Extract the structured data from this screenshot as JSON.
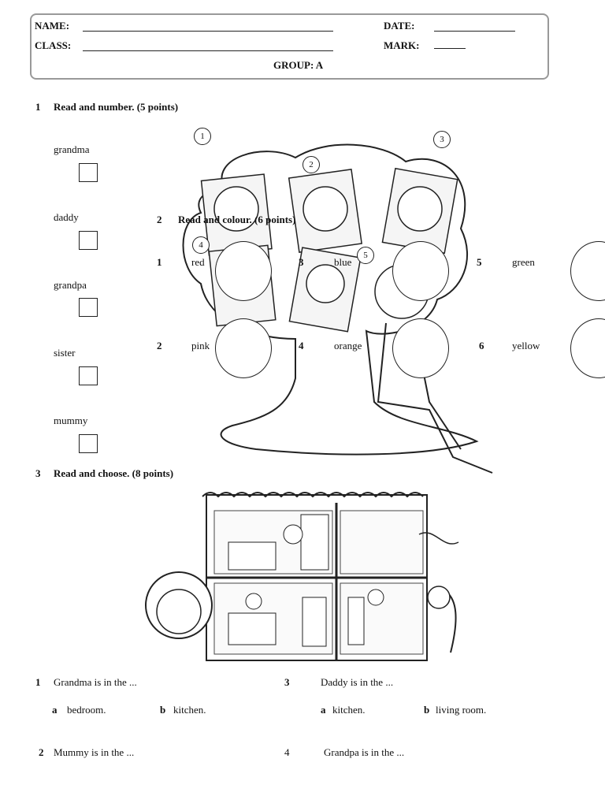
{
  "header": {
    "name_label": "NAME:",
    "class_label": "CLASS:",
    "date_label": "DATE:",
    "mark_label": "MARK:",
    "group_label": "GROUP: A"
  },
  "section1": {
    "title": "Read and number. (5 points)",
    "number": "1",
    "words": [
      "grandma",
      "daddy",
      "grandpa",
      "sister",
      "mummy"
    ],
    "picture_numbers": [
      "1",
      "2",
      "3",
      "4",
      "5"
    ]
  },
  "section2": {
    "number": "2",
    "title": "Read and colour. (6 points)",
    "items": [
      {
        "num": "1",
        "word": "red"
      },
      {
        "num": "3",
        "word": "blue"
      },
      {
        "num": "5",
        "word": "green"
      },
      {
        "num": "2",
        "word": "pink"
      },
      {
        "num": "4",
        "word": "orange"
      },
      {
        "num": "6",
        "word": "yellow"
      }
    ]
  },
  "section3": {
    "number": "3",
    "title": "Read and choose. (8 points)",
    "questions": [
      {
        "num": "1",
        "text": "Grandma is in the ...",
        "a_label": "a",
        "a": "bedroom.",
        "b_label": "b",
        "b": "kitchen."
      },
      {
        "num": "3",
        "text": "Daddy  is in the ...",
        "a_label": "a",
        "a": "kitchen.",
        "b_label": "b",
        "b": "living room."
      },
      {
        "num": "2",
        "text": "Mummy is in the ..."
      },
      {
        "num": "4",
        "text": "Grandpa is in the ..."
      }
    ]
  }
}
